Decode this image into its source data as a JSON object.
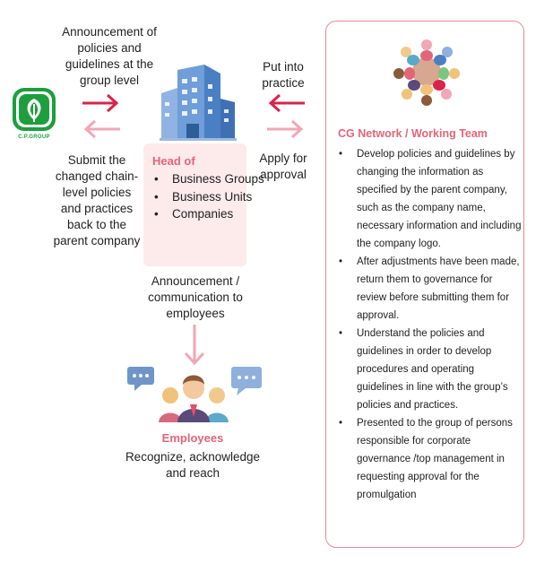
{
  "logo": {
    "text": "C.P.GROUP"
  },
  "top_left_text": "Announcement of policies and guidelines at the group level",
  "bottom_left_text": "Submit the changed chain-level policies and practices back to the parent company",
  "top_right_text": "Put into practice",
  "bottom_right_text": "Apply for approval",
  "head": {
    "title": "Head of",
    "items": [
      "Business Groups",
      "Business Units",
      "Companies"
    ]
  },
  "announcement_text": "Announcement / communication to employees",
  "employees": {
    "title": "Employees",
    "caption": "Recognize, acknowledge and reach"
  },
  "cg_panel": {
    "title": "CG Network / Working Team",
    "items": [
      "Develop policies and guidelines by changing the information as specified by the parent company, such as the company name, necessary information and including the company logo.",
      "After adjustments have been made, return them to governance for review before submitting them for approval.",
      "Understand the policies and guidelines in order to develop procedures and operating guidelines in line with the group’s policies and practices.",
      "Presented to the group of persons responsible for corporate governance /top management in requesting approval for the promulgation"
    ]
  },
  "colors": {
    "accent_pink": "#e2657a",
    "arrow_red": "#d8234a",
    "arrow_light": "#f1a7b4",
    "box_fill": "#fdeaea",
    "logo_green": "#1e9e3e",
    "building_blue": "#5b8fd0"
  },
  "icons": [
    "cp-group-logo-icon",
    "office-building-icon",
    "team-circle-icon",
    "employees-group-icon",
    "chat-bubble-icon"
  ]
}
